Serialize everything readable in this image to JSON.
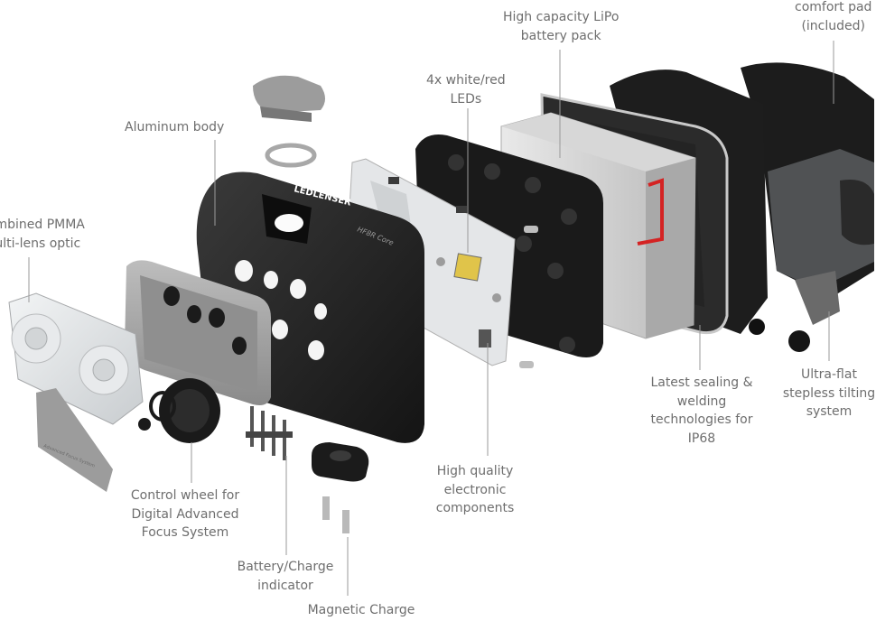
{
  "diagram": {
    "labels": {
      "comfort_pad": [
        "comfort pad",
        "(included)"
      ],
      "battery_pack": [
        "High capacity LiPo",
        "battery pack"
      ],
      "leds": [
        "4x white/red",
        "LEDs"
      ],
      "aluminum_body": [
        "Aluminum body"
      ],
      "optic": [
        "Combined PMMA",
        "multi-lens optic"
      ],
      "sealing": [
        "Latest sealing &",
        "welding",
        "technologies for",
        "IP68"
      ],
      "tilting": [
        "Ultra-flat",
        "stepless tilting",
        "system"
      ],
      "electronics": [
        "High quality",
        "electronic",
        "components"
      ],
      "control_wheel": [
        "Control wheel for",
        "Digital Advanced",
        "Focus System"
      ],
      "indicator": [
        "Battery/Charge",
        "indicator"
      ],
      "magnetic_charge": [
        "Magnetic Charge"
      ]
    },
    "product_markings": {
      "brand": "LEDLENSER",
      "model": "HF8R Core",
      "lens_cover": "Advanced Focus System"
    }
  }
}
